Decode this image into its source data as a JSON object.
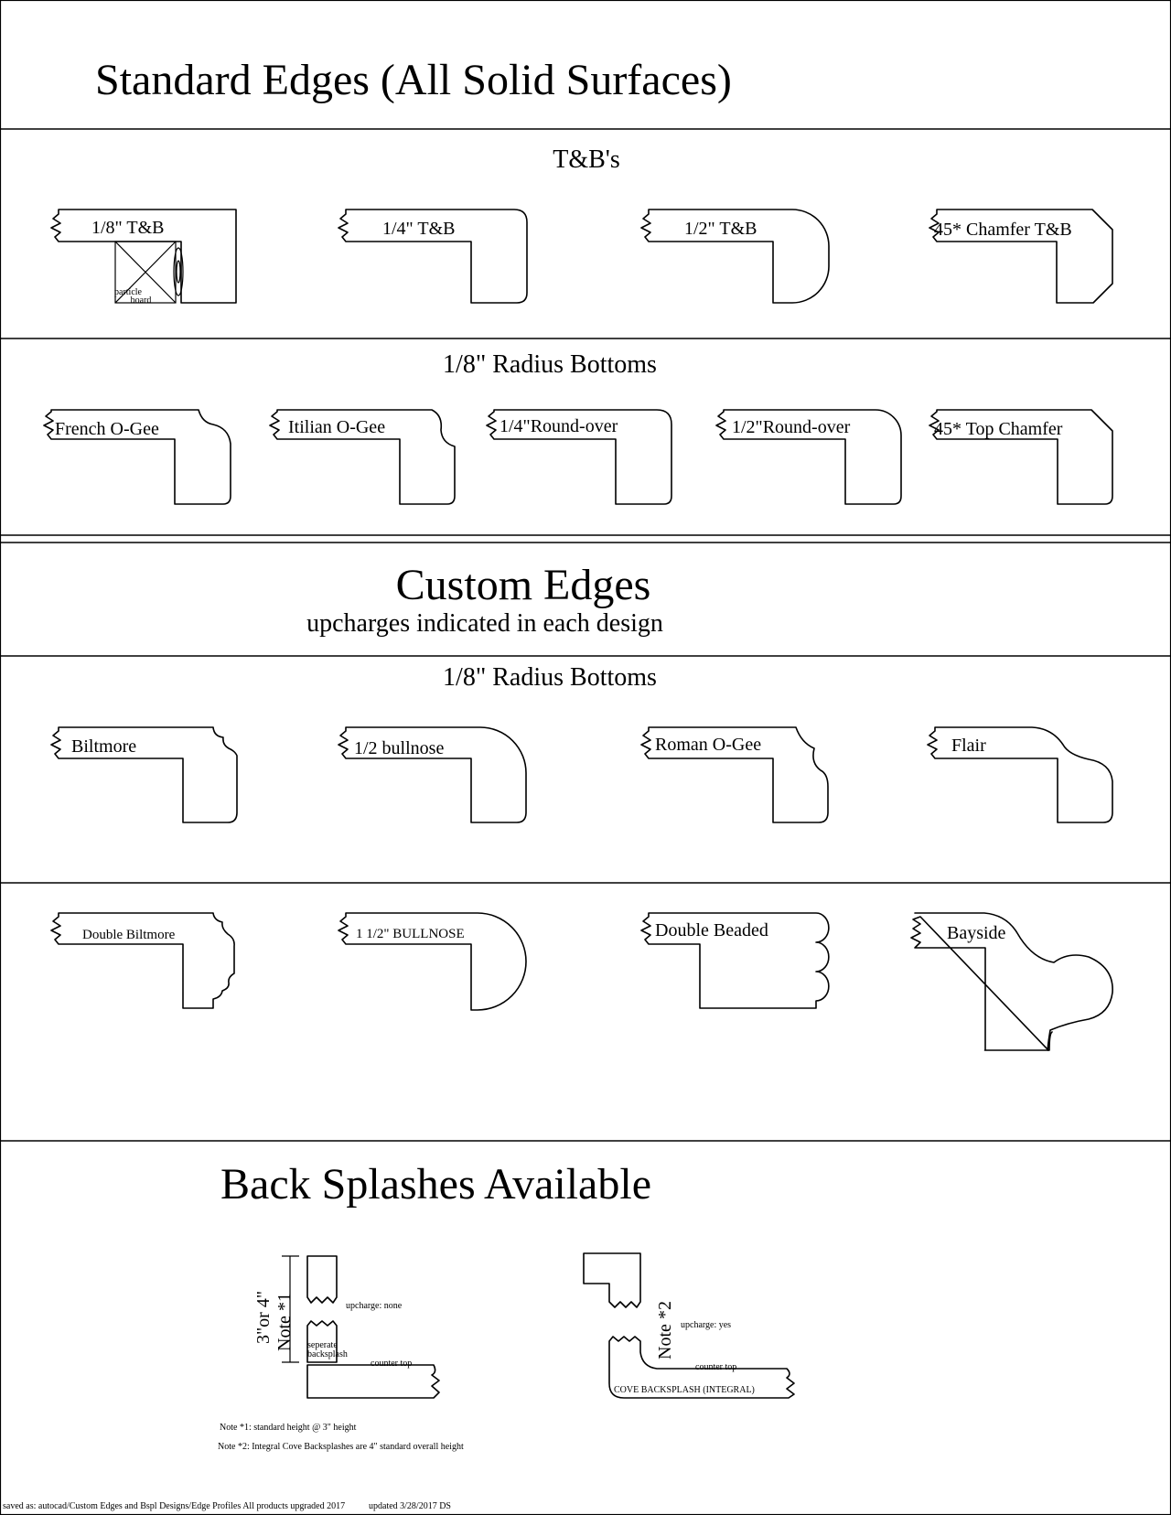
{
  "titles": {
    "standard": "Standard Edges (All Solid Surfaces)",
    "tbs": "T&B's",
    "radius_bottoms_1": "1/8\" Radius Bottoms",
    "custom": "Custom Edges",
    "custom_sub": "upcharges indicated in each design",
    "radius_bottoms_2": "1/8\" Radius Bottoms",
    "backsplashes": "Back Splashes Available"
  },
  "tb_profiles": [
    "1/8\" T&B",
    "1/4\" T&B",
    "1/2\" T&B",
    "45* Chamfer T&B"
  ],
  "particle_board": [
    "particle",
    "board"
  ],
  "radius_profiles": [
    "French O-Gee",
    "Itilian O-Gee",
    "1/4\"Round-over",
    "1/2\"Round-over",
    "45* Top Chamfer"
  ],
  "custom_profiles_row1": [
    "Biltmore",
    "1/2 bullnose",
    "Roman O-Gee",
    "Flair"
  ],
  "custom_profiles_row2": [
    "Double Biltmore",
    "1 1/2\" BULLNOSE",
    "Double Beaded",
    "Bayside"
  ],
  "backsplash": {
    "height_label": "3\"or 4\"",
    "note1_tag": "Note *1",
    "note2_tag": "Note *2",
    "upcharge_none": "upcharge: none",
    "separate": [
      "seperate",
      "backsplash"
    ],
    "counter_top_1": "counter top",
    "upcharge_yes": "upcharge:    yes",
    "counter_top_2": "counter top",
    "cove": "COVE BACKSPLASH (INTEGRAL)",
    "note1": "Note *1: standard height @ 3\" height",
    "note2": "Note *2: Integral Cove Backsplashes are 4\" standard overall height"
  },
  "footer": {
    "saved": "saved as: autocad/Custom Edges and Bspl Designs/Edge Profiles All products upgraded 2017",
    "updated": "updated 3/28/2017 DS"
  }
}
